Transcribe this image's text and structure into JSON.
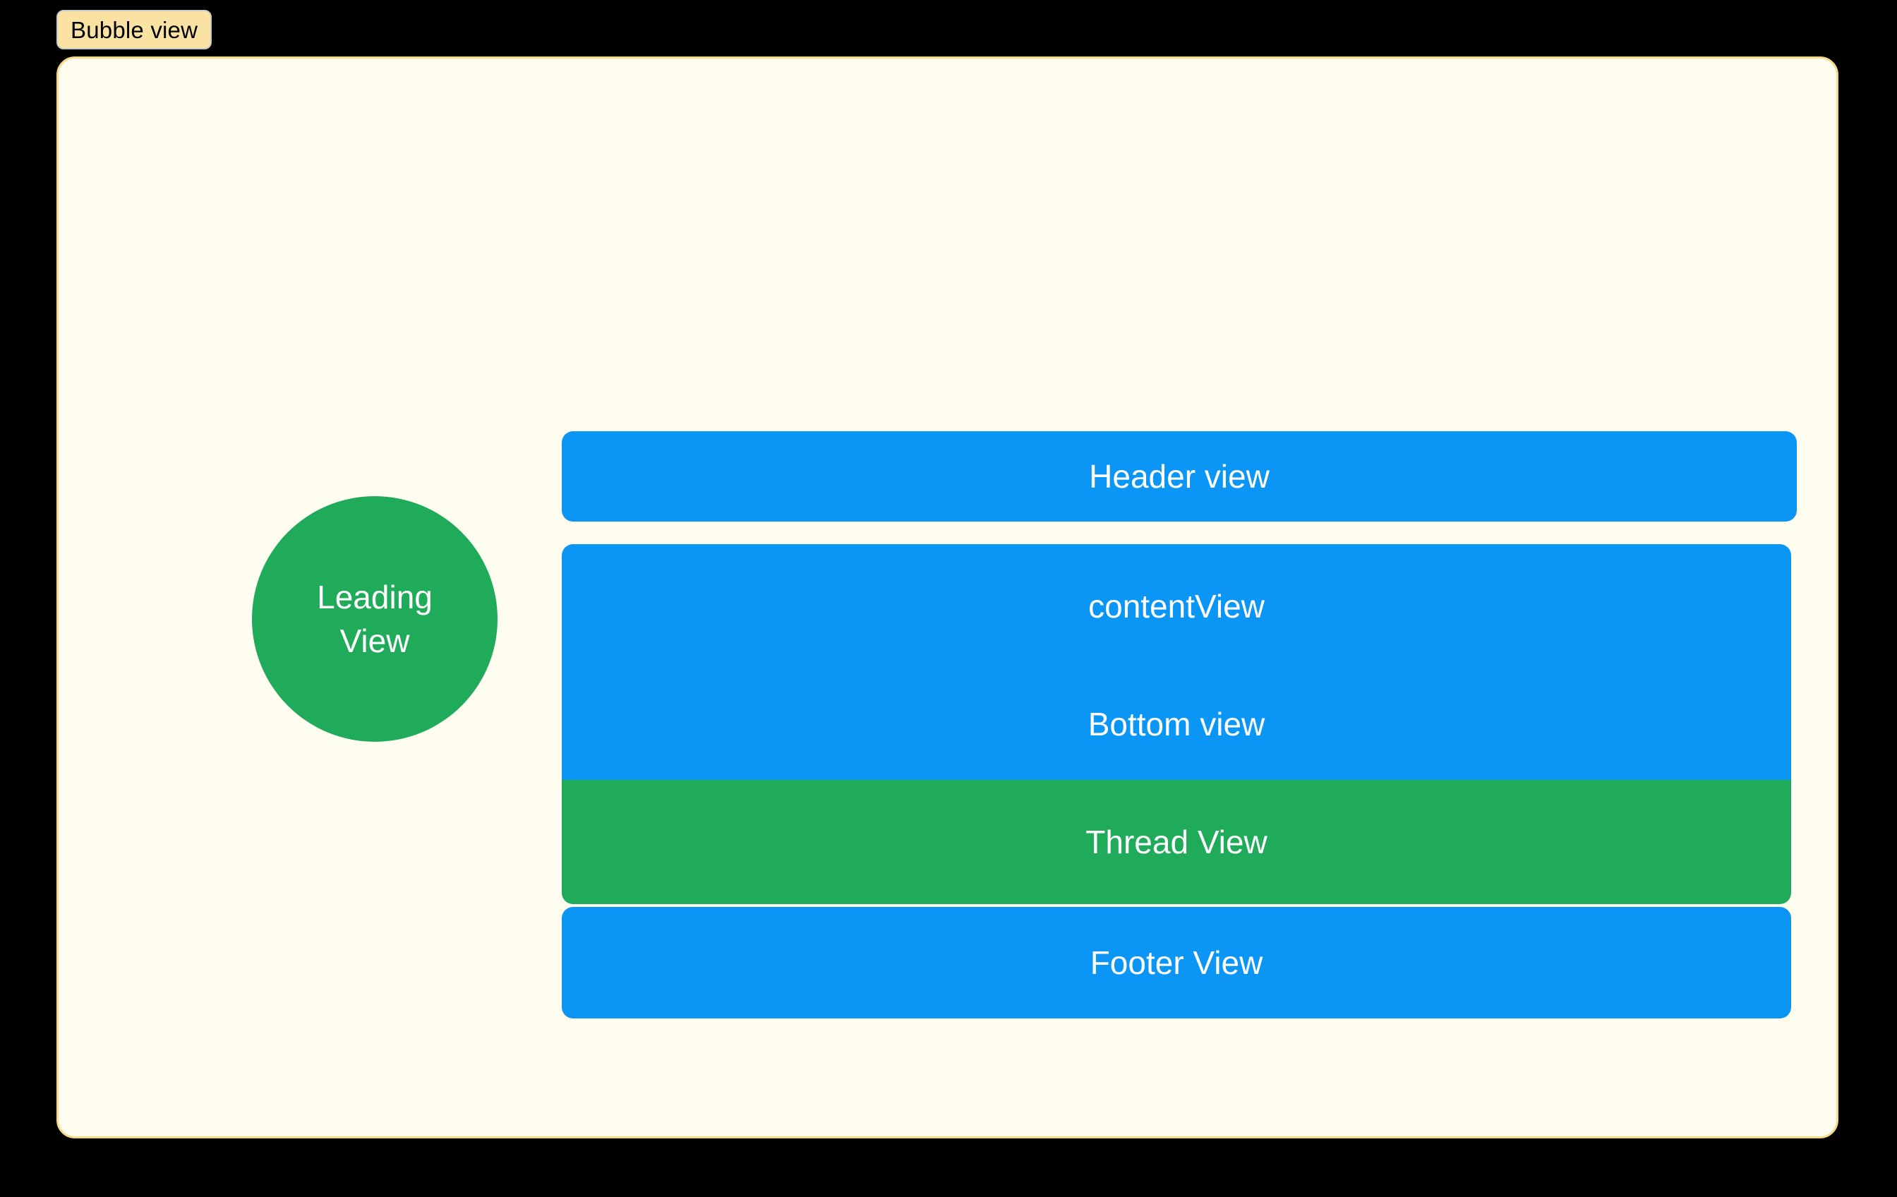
{
  "tag": {
    "label": "Bubble view"
  },
  "colors": {
    "page_background": "#000000",
    "canvas_background": "#FFFDF0",
    "canvas_border": "#F7D98A",
    "tag_background": "#FAE3A2",
    "tag_border": "#C9C9C9",
    "blue": "#0B96F5",
    "green": "#1FAB59",
    "text_on_fill": "#FFFFFF",
    "tag_text": "#000000"
  },
  "bubble": {
    "leading_view": {
      "name": "Leading View",
      "line1": "Leading",
      "line2": "View",
      "shape": "circle",
      "fill": "#1FAB59"
    },
    "stack": [
      {
        "id": "header-view",
        "label": "Header view",
        "fill": "#0B96F5"
      },
      {
        "id": "content-view",
        "label": "contentView",
        "fill": "#0B96F5"
      },
      {
        "id": "bottom-view",
        "label": "Bottom view",
        "fill": "#0B96F5"
      },
      {
        "id": "thread-view",
        "label": "Thread View",
        "fill": "#1FAB59"
      },
      {
        "id": "footer-view",
        "label": "Footer View",
        "fill": "#0B96F5"
      }
    ]
  }
}
